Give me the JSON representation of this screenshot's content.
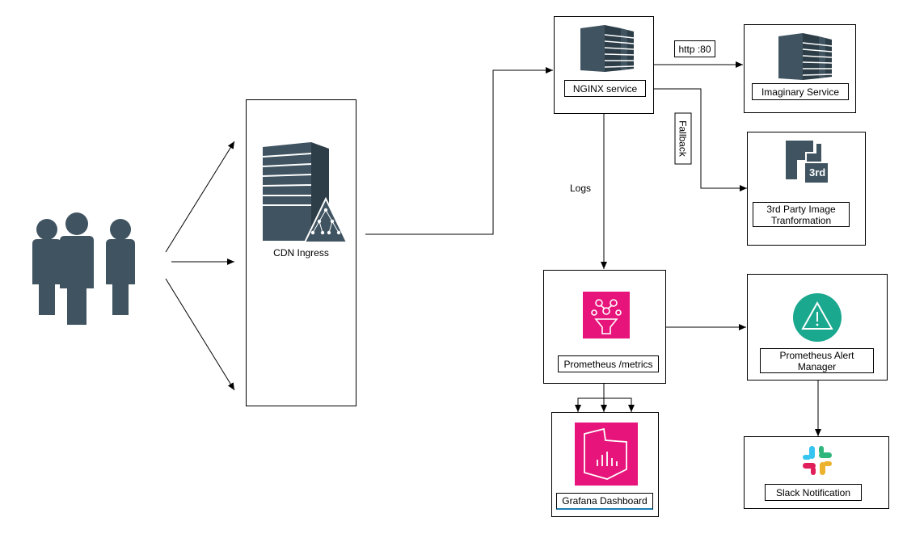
{
  "nodes": {
    "cdn": "CDN Ingress",
    "nginx": "NGINX service",
    "imaginary": "Imaginary Service",
    "third_party": "3rd Party Image Tranformation",
    "prometheus": "Prometheus /metrics",
    "alert_manager": "Prometheus Alert Manager",
    "grafana": "Grafana Dashboard",
    "slack": "Slack Notification"
  },
  "edges": {
    "http": "http :80",
    "fallback": "Fallback",
    "logs": "Logs"
  },
  "badges": {
    "third_party_badge": "3rd"
  },
  "colors": {
    "icon_dark": "#3f5360",
    "aws_pink": "#e7157b",
    "alert_teal": "#1aa88f",
    "slack_blue": "#36c5f0",
    "slack_green": "#2eb67d",
    "slack_yellow": "#ecb22e",
    "slack_red": "#e01e5a"
  }
}
